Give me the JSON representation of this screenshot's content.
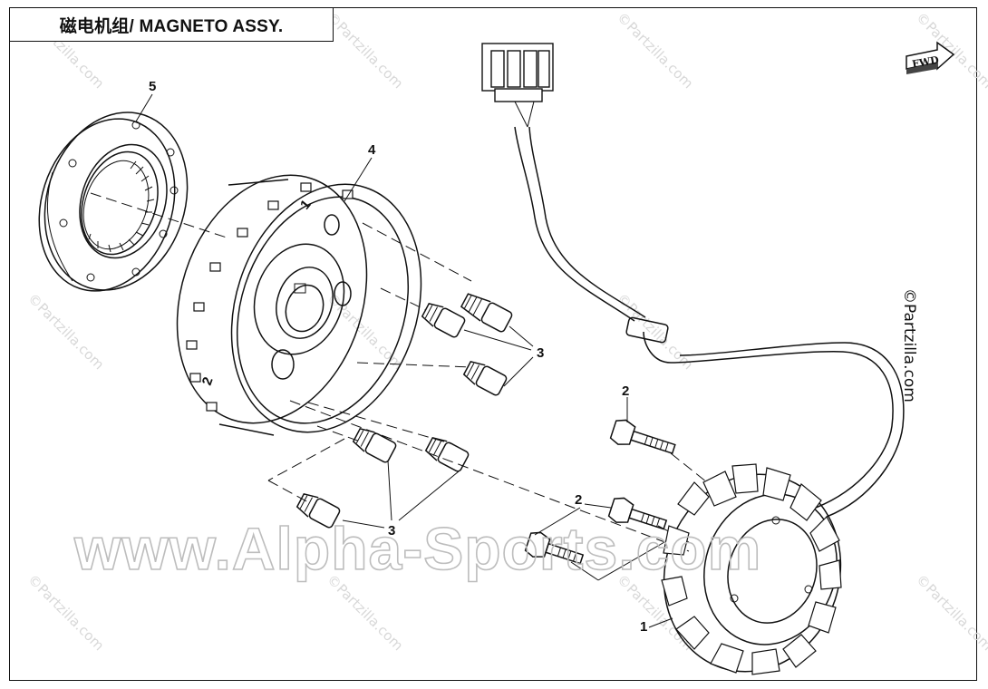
{
  "title": "磁电机组/ MAGNETO ASSY.",
  "fwd_label": "FWD",
  "watermark_small": "©Partzilla.com",
  "watermark_big": "www.Alpha-Sports.com",
  "copyright_side": "©Partzilla.com",
  "callouts": {
    "p1": "1",
    "p2a": "2",
    "p2b": "2",
    "p3a": "3",
    "p3b": "3",
    "p4": "4",
    "p5": "5"
  },
  "flywheel_marks": {
    "m1": "1",
    "m2": "2"
  }
}
